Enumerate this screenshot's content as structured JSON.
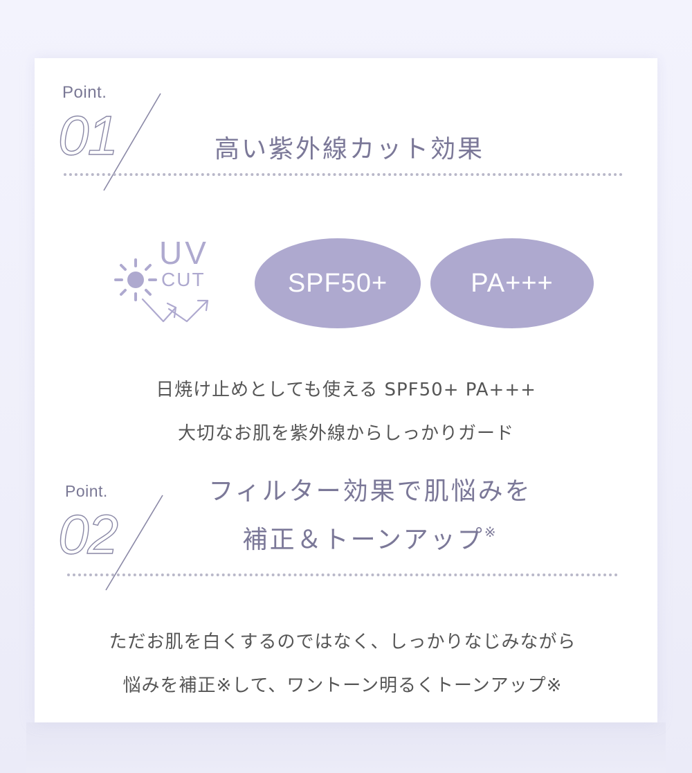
{
  "colors": {
    "background": "#f1f1fb",
    "card": "#ffffff",
    "accent_lavender": "#aea9cf",
    "title_text": "#7b7898",
    "body_text": "#555555",
    "dotted_line": "#b9b8c9"
  },
  "point1": {
    "label": "Point.",
    "number": "01",
    "title": "高い紫外線カット効果",
    "uv_icon": {
      "icon": "sun-icon",
      "line1": "UV",
      "line2": "CUT",
      "arrows_icon": "reflected-arrows-icon"
    },
    "badges": [
      {
        "label": "SPF50+"
      },
      {
        "label": "PA+++"
      }
    ],
    "body_lines": [
      "日焼け止めとしても使える SPF50+ PA+++",
      "大切なお肌を紫外線からしっかりガード"
    ]
  },
  "point2": {
    "label": "Point.",
    "number": "02",
    "title_lines": [
      "フィルター効果で肌悩みを",
      "補正＆トーンアップ"
    ],
    "title_mark": "※",
    "body_lines": [
      "ただお肌を白くするのではなく、しっかりなじみながら",
      "悩みを補正※して、ワントーン明るくトーンアップ※"
    ]
  }
}
